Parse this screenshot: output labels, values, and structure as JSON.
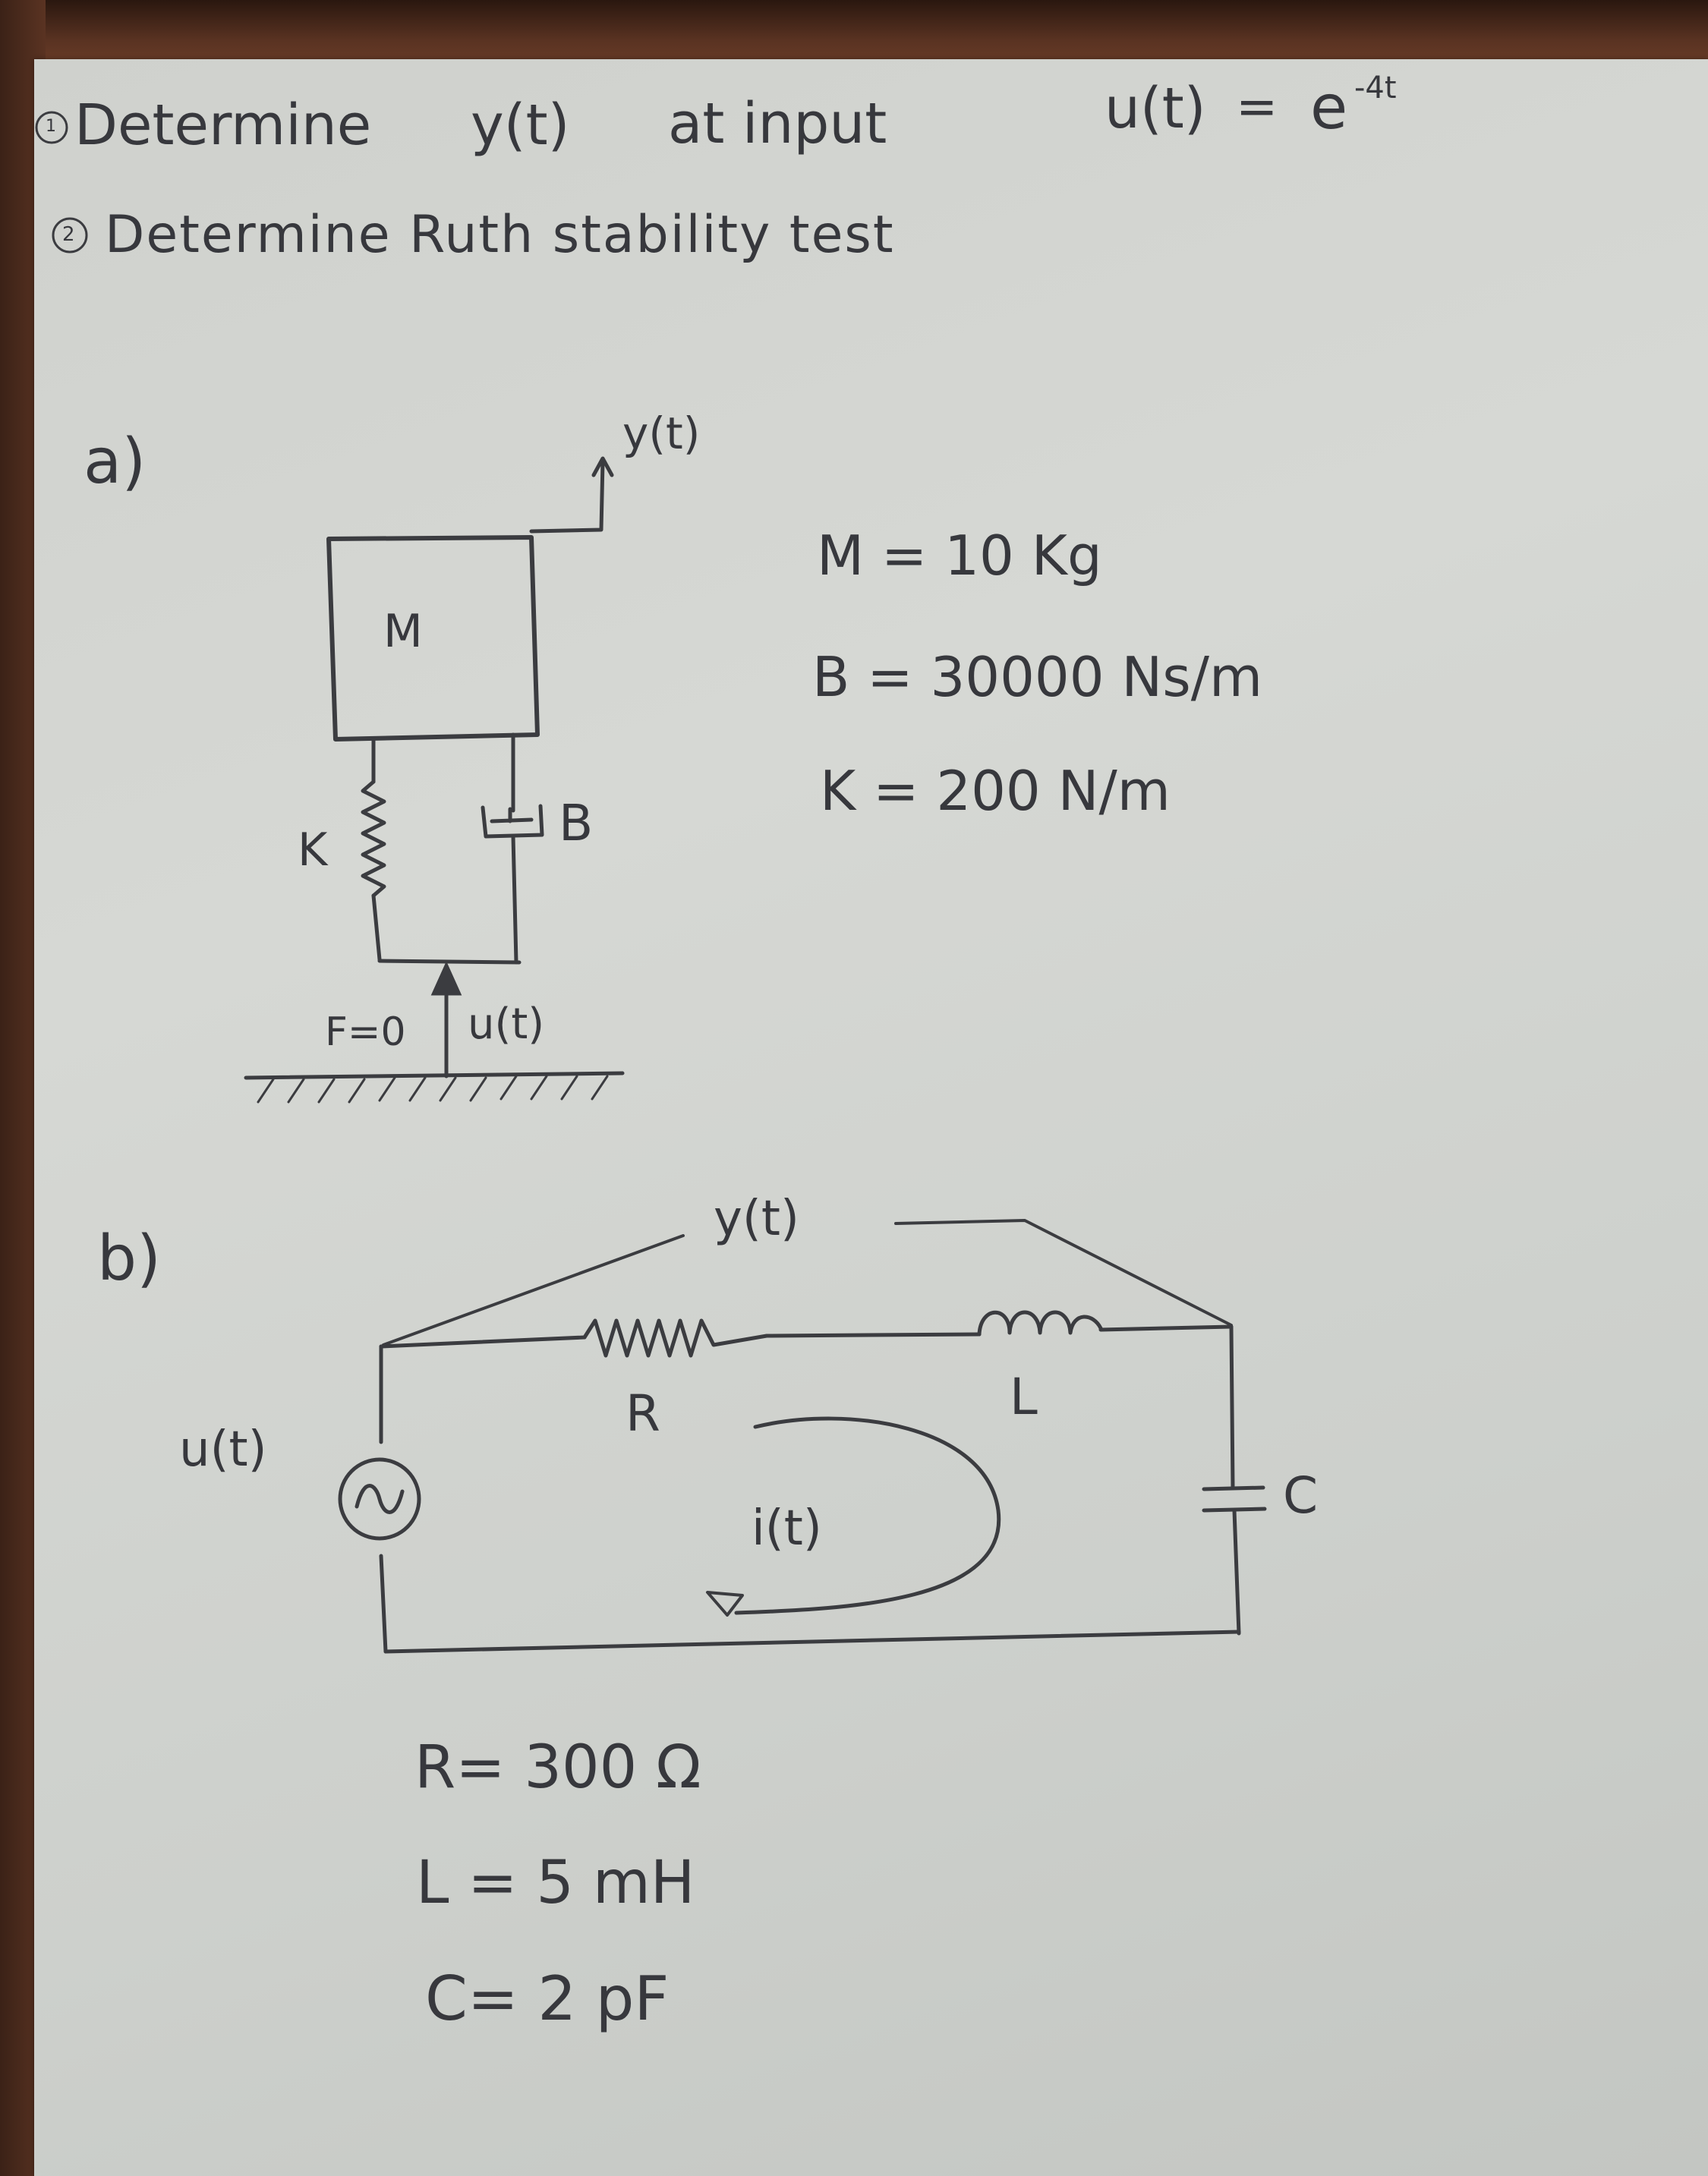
{
  "questions": {
    "q1": {
      "number": "1",
      "prefix": "Determine",
      "quoted": "y(t)",
      "middle": "at input",
      "input_label": "u(t)",
      "equals": "=",
      "base": "e",
      "exponent": "-4t"
    },
    "q2": {
      "number": "2",
      "text": "Determine Ruth stability test"
    }
  },
  "part_a": {
    "label": "a)",
    "output_label": "y(t)",
    "mass_label": "M",
    "spring_label": "K",
    "damper_label": "B",
    "force_label": "F=0",
    "input_label": "u(t)",
    "params": [
      "M = 10 Kg",
      "B = 30000 Ns/m",
      "K = 200 N/m"
    ]
  },
  "part_b": {
    "label": "b)",
    "output_label": "y(t)",
    "source_label": "u(t)",
    "resistor_label": "R",
    "inductor_label": "L",
    "capacitor_label": "C",
    "current_label": "i(t)",
    "params": [
      "R= 300 Ω",
      "L = 5 mH",
      "C= 2 pF"
    ]
  },
  "colors": {
    "ink": "#3b3c40",
    "paper": "#d3d5d1",
    "wood": "#5a3322"
  }
}
